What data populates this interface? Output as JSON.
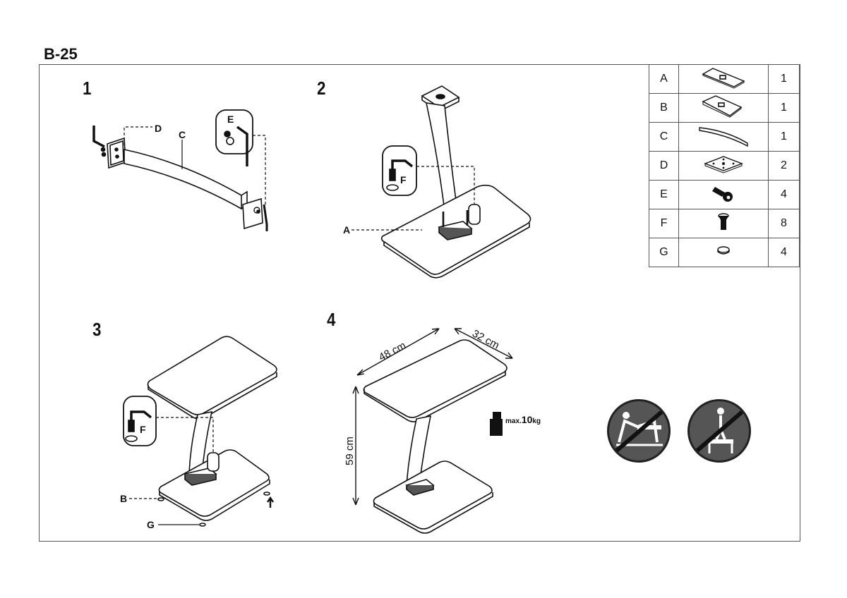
{
  "model": "B-25",
  "steps": [
    "1",
    "2",
    "3",
    "4"
  ],
  "parts": [
    {
      "letter": "A",
      "qty": "1",
      "icon": "base-plate-icon"
    },
    {
      "letter": "B",
      "qty": "1",
      "icon": "top-plate-icon"
    },
    {
      "letter": "C",
      "qty": "1",
      "icon": "curved-leg-icon"
    },
    {
      "letter": "D",
      "qty": "2",
      "icon": "mounting-plate-icon"
    },
    {
      "letter": "E",
      "qty": "4",
      "icon": "bolt-icon"
    },
    {
      "letter": "F",
      "qty": "8",
      "icon": "screw-icon"
    },
    {
      "letter": "G",
      "qty": "4",
      "icon": "glide-pad-icon"
    }
  ],
  "callouts": {
    "step1": [
      "D",
      "C",
      "E"
    ],
    "step2": [
      "F",
      "A"
    ],
    "step3": [
      "F",
      "B",
      "G"
    ]
  },
  "dimensions": {
    "width": "48 cm",
    "depth": "32 cm",
    "height": "59 cm",
    "max_prefix": "max.",
    "max_value": "10",
    "max_unit": "kg"
  },
  "warnings": [
    "no-standing-on-table-icon",
    "no-climbing-icon"
  ]
}
